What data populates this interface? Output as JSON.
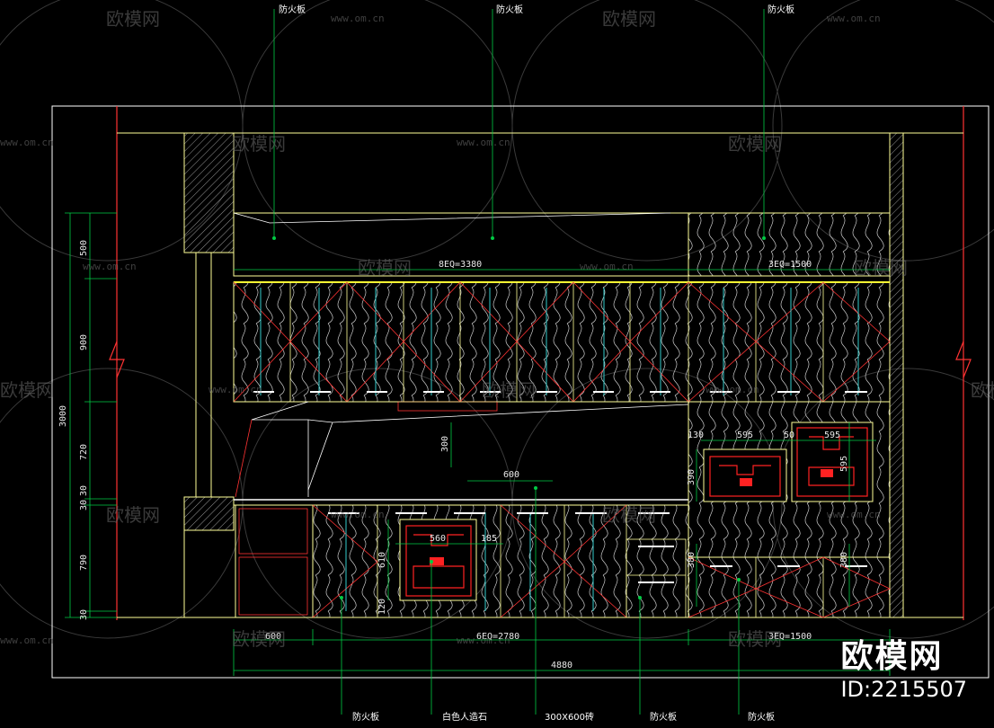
{
  "colors": {
    "frame": "#ffffff",
    "wall": "#ffff99",
    "dimension": "#00cc44",
    "hatch_red": "#ff3333",
    "cyan": "#33cccc",
    "accent_red": "#ff2222"
  },
  "watermark": {
    "logo_text": "欧模网",
    "url_text": "www.om.cn"
  },
  "brand": {
    "name": "欧模网",
    "id": "ID:2215507"
  },
  "callouts": {
    "top_left": "防火板",
    "top_center": "防火板",
    "top_right": "防火板",
    "bottom_1": "防火板",
    "bottom_2": "白色人造石",
    "bottom_3": "300X600砖",
    "bottom_4": "防火板",
    "bottom_5": "防火板"
  },
  "dimensions": {
    "left_total": "3000",
    "left_500": "500",
    "left_900": "900",
    "left_720": "720",
    "left_30a": "30",
    "left_30b": "30",
    "left_790": "790",
    "left_30c": "30",
    "upper_eq_left": "8EQ=3380",
    "upper_eq_right": "3EQ=1500",
    "hood_300": "300",
    "hood_600": "600",
    "oven_130": "130",
    "oven_595a": "595",
    "oven_50": "50",
    "oven_595b": "595",
    "oven_390": "390",
    "oven_595c": "595",
    "cook_560": "560",
    "cook_185": "185",
    "cook_610": "610",
    "cook_120": "120",
    "low_380": "380",
    "low_380b": "380",
    "bottom_600": "600",
    "bottom_eq_left": "6EQ=2780",
    "bottom_eq_right": "3EQ=1500",
    "bottom_total": "4880"
  }
}
